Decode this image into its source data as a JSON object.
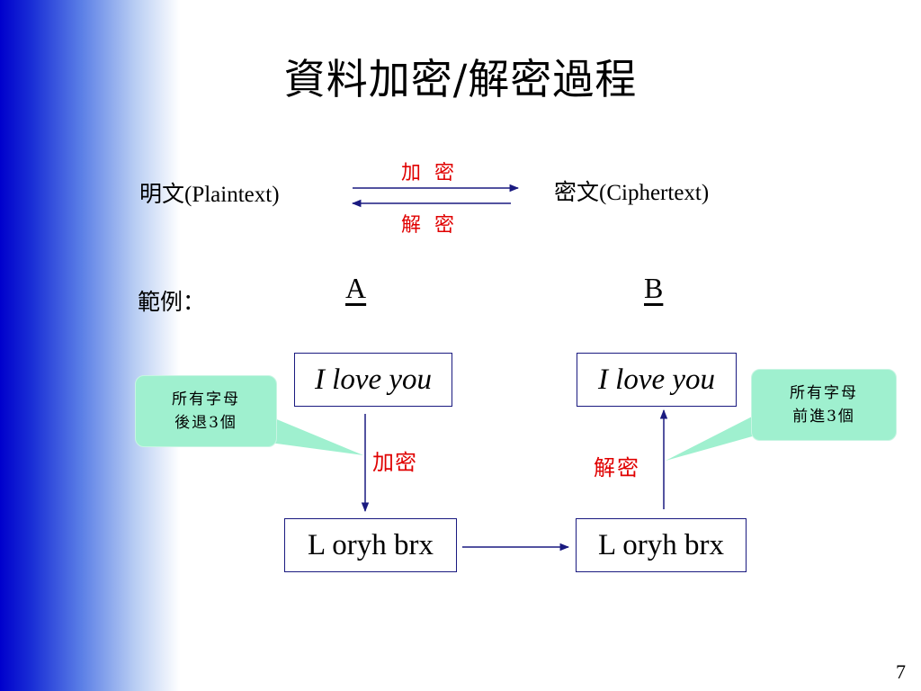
{
  "slide": {
    "title": "資料加密/解密過程",
    "page_number": "7"
  },
  "overview": {
    "plaintext_label": "明文(Plaintext)",
    "ciphertext_label": "密文(Ciphertext)",
    "encrypt_label": "加 密",
    "decrypt_label": "解 密"
  },
  "example": {
    "label": "範例：",
    "column_a": "A",
    "column_b": "B",
    "a_top_box": "I love you",
    "a_bottom_box": "L oryh brx",
    "a_action": "加密",
    "a_callout_line1": "所有字母",
    "a_callout_line2": "後退3個",
    "b_top_box": "I love you",
    "b_bottom_box": "L oryh brx",
    "b_action": "解密",
    "b_callout_line1": "所有字母",
    "b_callout_line2": "前進3個"
  },
  "colors": {
    "sidebar_dark": "#0000cc",
    "action_text": "#e00000",
    "callout_fill": "#9ff0cf",
    "box_border": "#1a1a80"
  }
}
